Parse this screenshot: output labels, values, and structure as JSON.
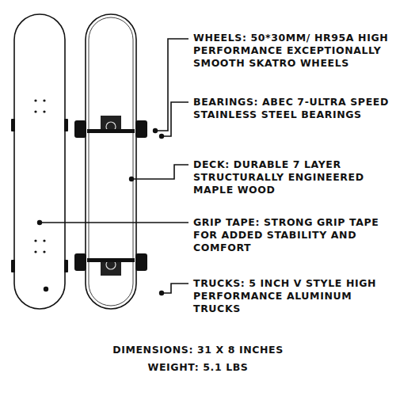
{
  "diagram": {
    "labels": [
      "WHEELS: 50*30MM/ HR95A HIGH PERFORMANCE EXCEPTIONALLY SMOOTH SKATRO WHEELS",
      "BEARINGS: ABEC 7-ULTRA SPEED STAINLESS STEEL BEARINGS",
      "DECK: DURABLE 7 LAYER STRUCTURALLY ENGINEERED MAPLE WOOD",
      "GRIP TAPE: STRONG GRIP TAPE FOR ADDED STABILITY AND COMFORT",
      "TRUCKS: 5 INCH V STYLE HIGH PERFORMANCE ALUMINUM TRUCKS",
      "DIMENSIONS: 31 X 8 INCHES",
      "WEIGHT: 5.1 LBS"
    ]
  }
}
